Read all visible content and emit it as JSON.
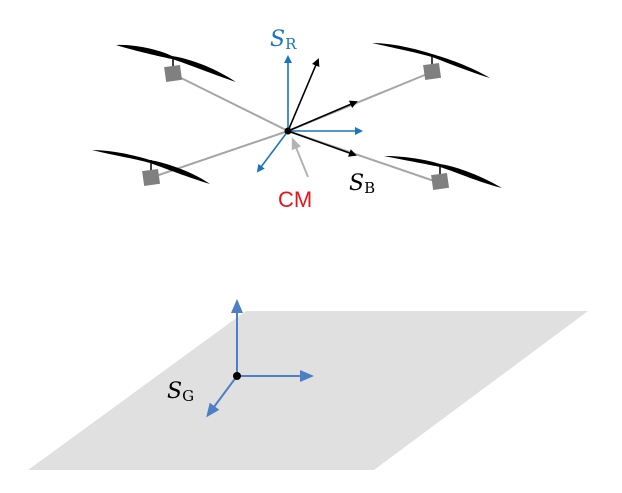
{
  "labels": {
    "reference_frame": {
      "symbol": "S",
      "subscript": "R"
    },
    "body_frame": {
      "symbol": "S",
      "subscript": "B"
    },
    "ground_frame": {
      "symbol": "S",
      "subscript": "G"
    },
    "center_of_mass": "CM"
  },
  "colors": {
    "reference_axes": "#1a75bc",
    "body_axes": "#000000",
    "ground_axes": "#4d7fc4",
    "cm_label": "#e8141c",
    "cm_pointer": "#b3b3b3",
    "arms": "#a6a6a6",
    "motors": "#808080",
    "propellers": "#000000",
    "ground_plane": "#e0e0e0"
  }
}
